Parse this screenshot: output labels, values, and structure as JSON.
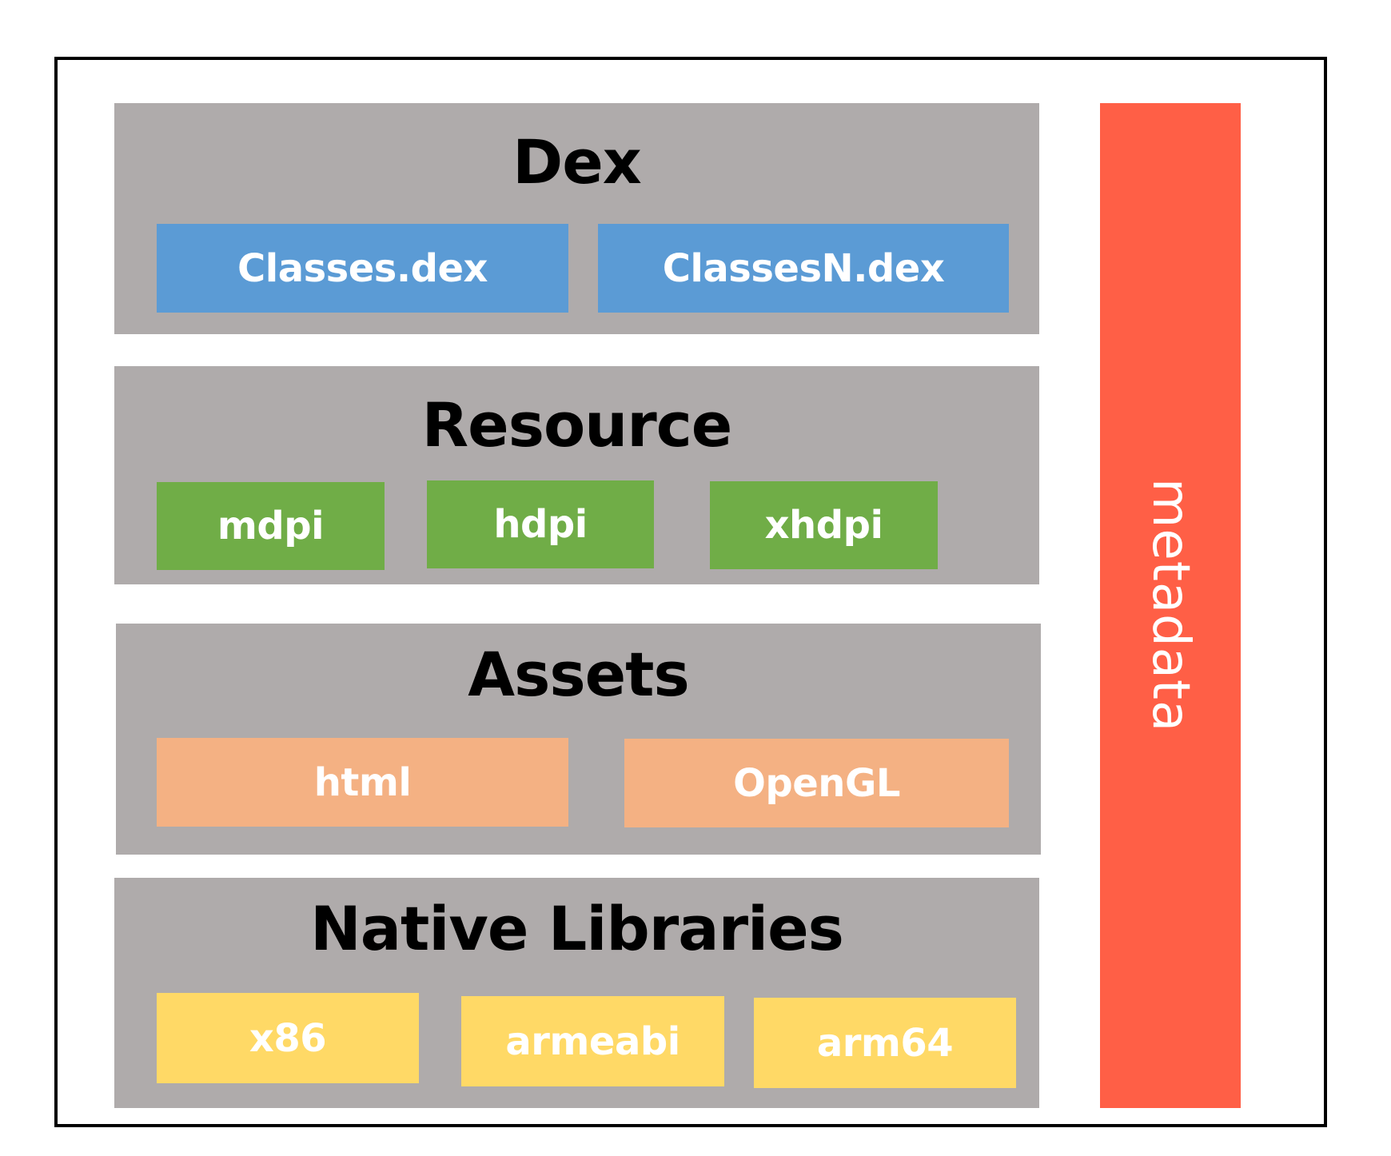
{
  "colors": {
    "section_background": "#afabab",
    "dex": "#5b9bd5",
    "resource": "#70ad47",
    "assets": "#f4b183",
    "native": "#ffd966",
    "metadata": "#ff5f46",
    "border": "#000000"
  },
  "sections": {
    "dex": {
      "title": "Dex",
      "items": [
        "Classes.dex",
        "ClassesN.dex"
      ]
    },
    "resource": {
      "title": "Resource",
      "items": [
        "mdpi",
        "hdpi",
        "xhdpi"
      ]
    },
    "assets": {
      "title": "Assets",
      "items": [
        "html",
        "OpenGL"
      ]
    },
    "native": {
      "title": "Native Libraries",
      "items": [
        "x86",
        "armeabi",
        "arm64"
      ]
    }
  },
  "metadata": {
    "label": "metadata"
  }
}
